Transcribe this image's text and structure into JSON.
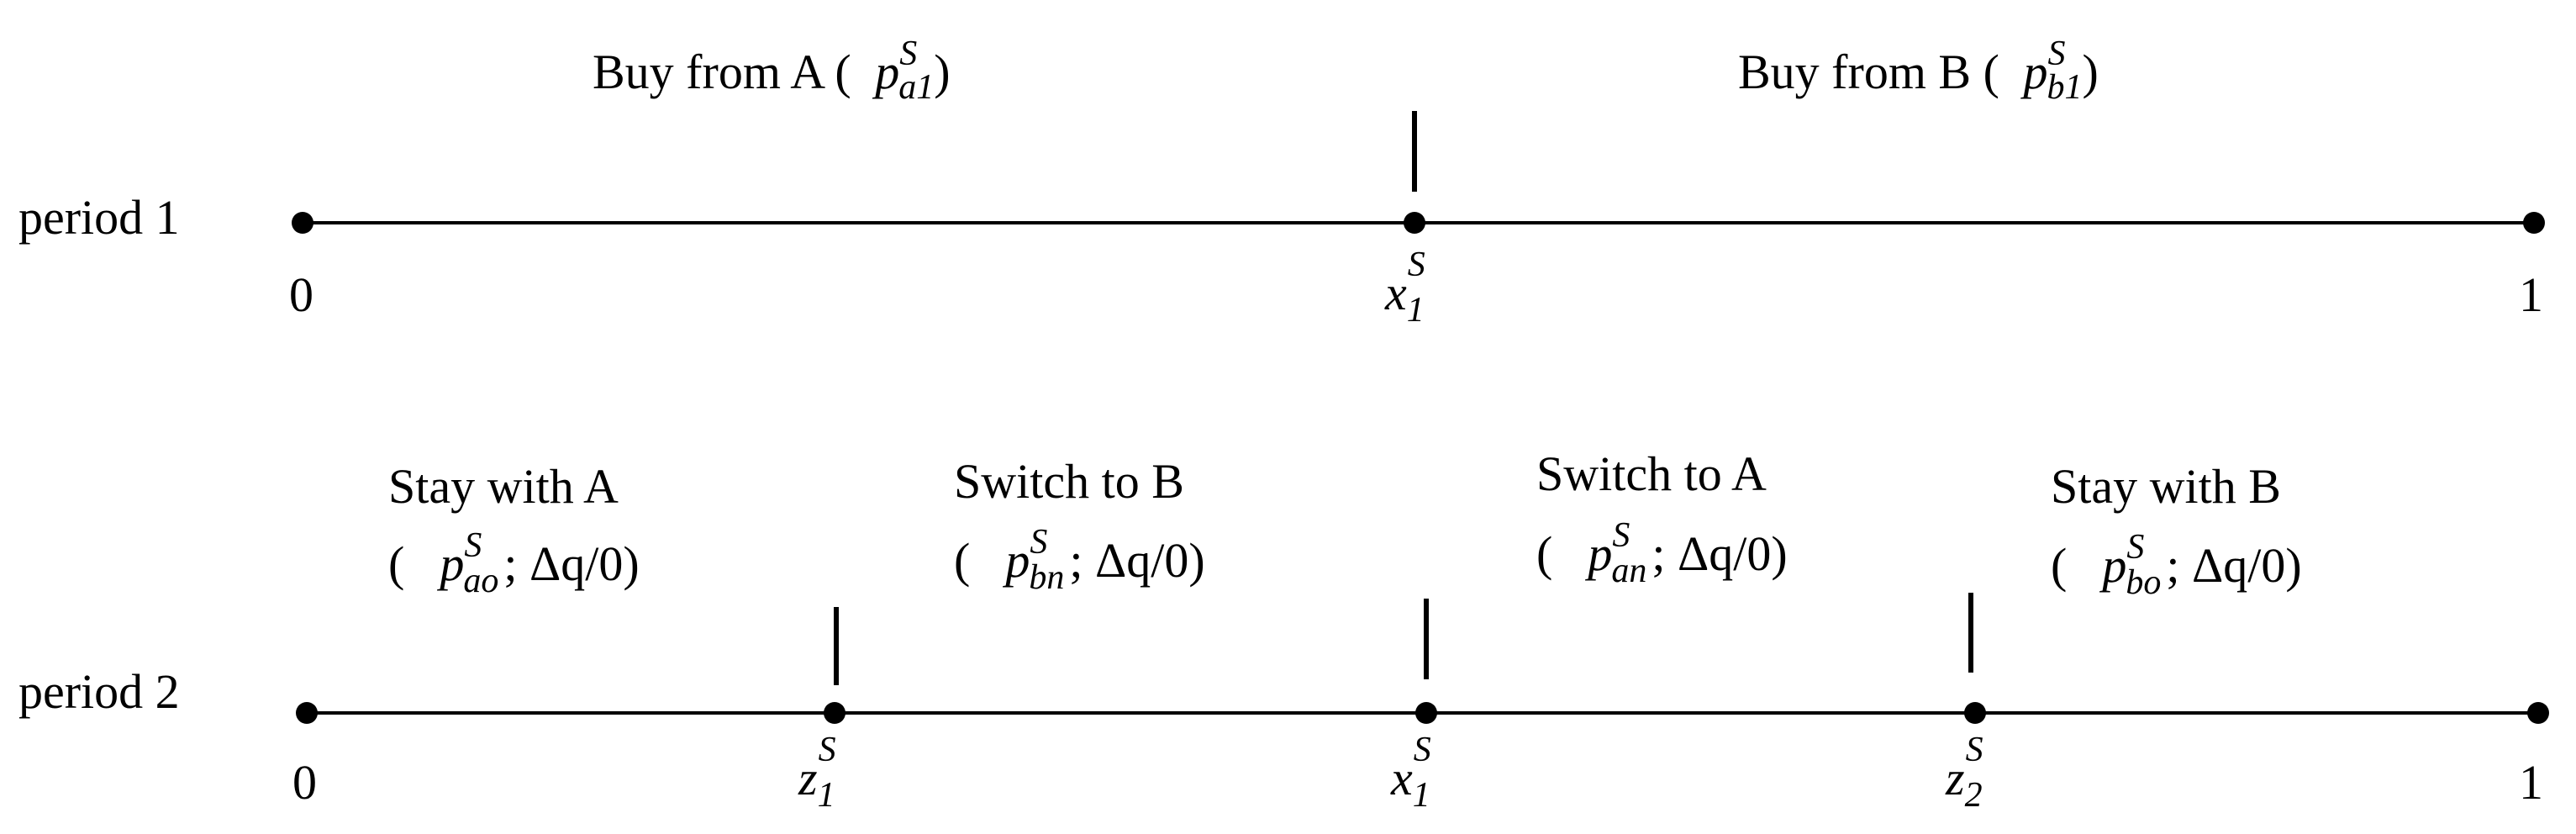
{
  "period1": {
    "row_label": "period 1",
    "start_tick": "0",
    "end_tick": "1",
    "cut": {
      "base": "x",
      "sub": "1",
      "sup": "S"
    },
    "regions": [
      {
        "prefix": "Buy from A ( ",
        "price_base": "p",
        "price_sup": "S",
        "price_sub": "a1",
        "suffix": ")"
      },
      {
        "prefix": "Buy from B ( ",
        "price_base": "p",
        "price_sup": "S",
        "price_sub": "b1",
        "suffix": ")"
      }
    ]
  },
  "period2": {
    "row_label": "period 2",
    "start_tick": "0",
    "end_tick": "1",
    "cuts": [
      {
        "base": "z",
        "sub": "1",
        "sup": "S"
      },
      {
        "base": "x",
        "sub": "1",
        "sup": "S"
      },
      {
        "base": "z",
        "sub": "2",
        "sup": "S"
      }
    ],
    "regions": [
      {
        "title": "Stay with A",
        "price_base": "p",
        "price_sup": "S",
        "price_sub": "ao",
        "rest": "; Δq/0)"
      },
      {
        "title": "Switch to B",
        "price_base": "p",
        "price_sup": "S",
        "price_sub": "bn",
        "rest": "; Δq/0)"
      },
      {
        "title": "Switch to A",
        "price_base": "p",
        "price_sup": "S",
        "price_sub": "an",
        "rest": "; Δq/0)"
      },
      {
        "title": "Stay with B",
        "price_base": "p",
        "price_sup": "S",
        "price_sub": "bo",
        "rest": "; Δq/0)"
      }
    ]
  }
}
